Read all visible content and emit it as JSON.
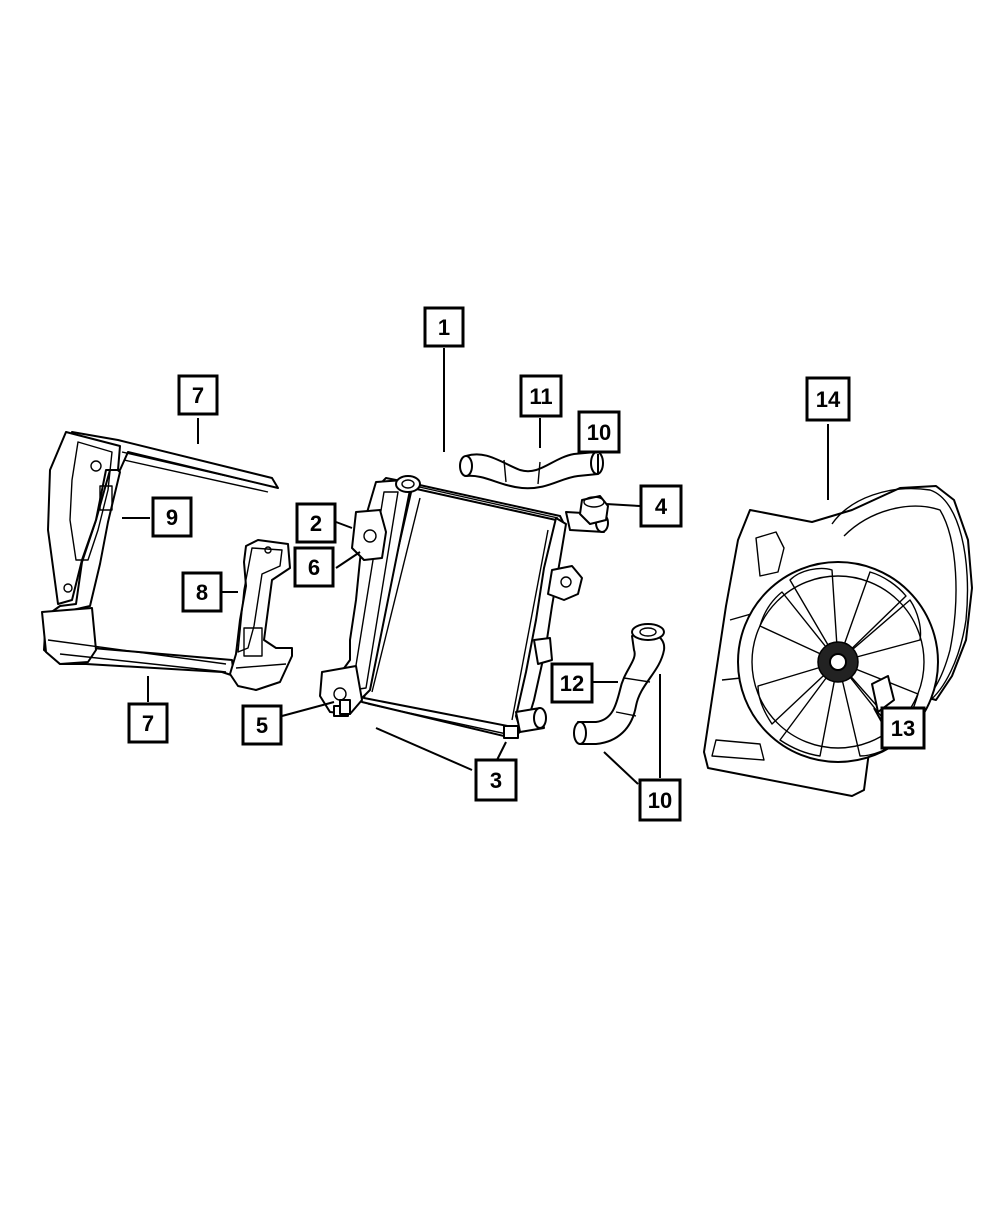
{
  "callouts": {
    "c1": "1",
    "c2": "2",
    "c3": "3",
    "c4": "4",
    "c5": "5",
    "c6": "6",
    "c7_top": "7",
    "c7_bottom": "7",
    "c8": "8",
    "c9": "9",
    "c10_top": "10",
    "c10_bottom": "10",
    "c11": "11",
    "c12": "12",
    "c13": "13",
    "c14": "14"
  }
}
